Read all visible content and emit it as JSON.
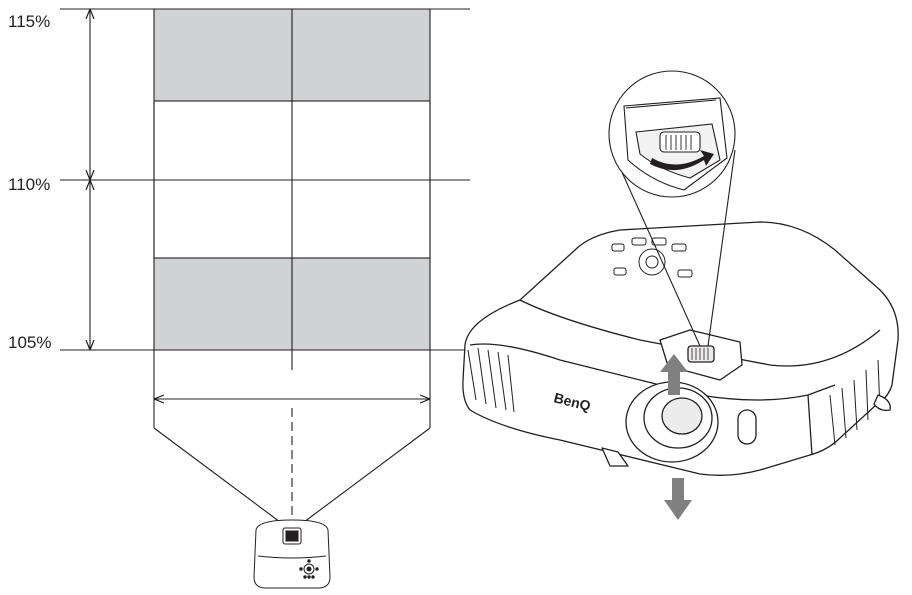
{
  "lens_shift_diagram": {
    "levels": [
      {
        "label": "115%"
      },
      {
        "label": "110%"
      },
      {
        "label": "105%"
      }
    ],
    "colors": {
      "line": "#231f20",
      "shaded": "#d1d2d4",
      "arrow": "#808080",
      "body": "#ffffff"
    }
  },
  "projector": {
    "brand": "BenQ"
  },
  "icons": [
    "up-arrow-icon",
    "down-arrow-icon",
    "rotate-arrow-icon",
    "lens-shift-dial-icon"
  ]
}
